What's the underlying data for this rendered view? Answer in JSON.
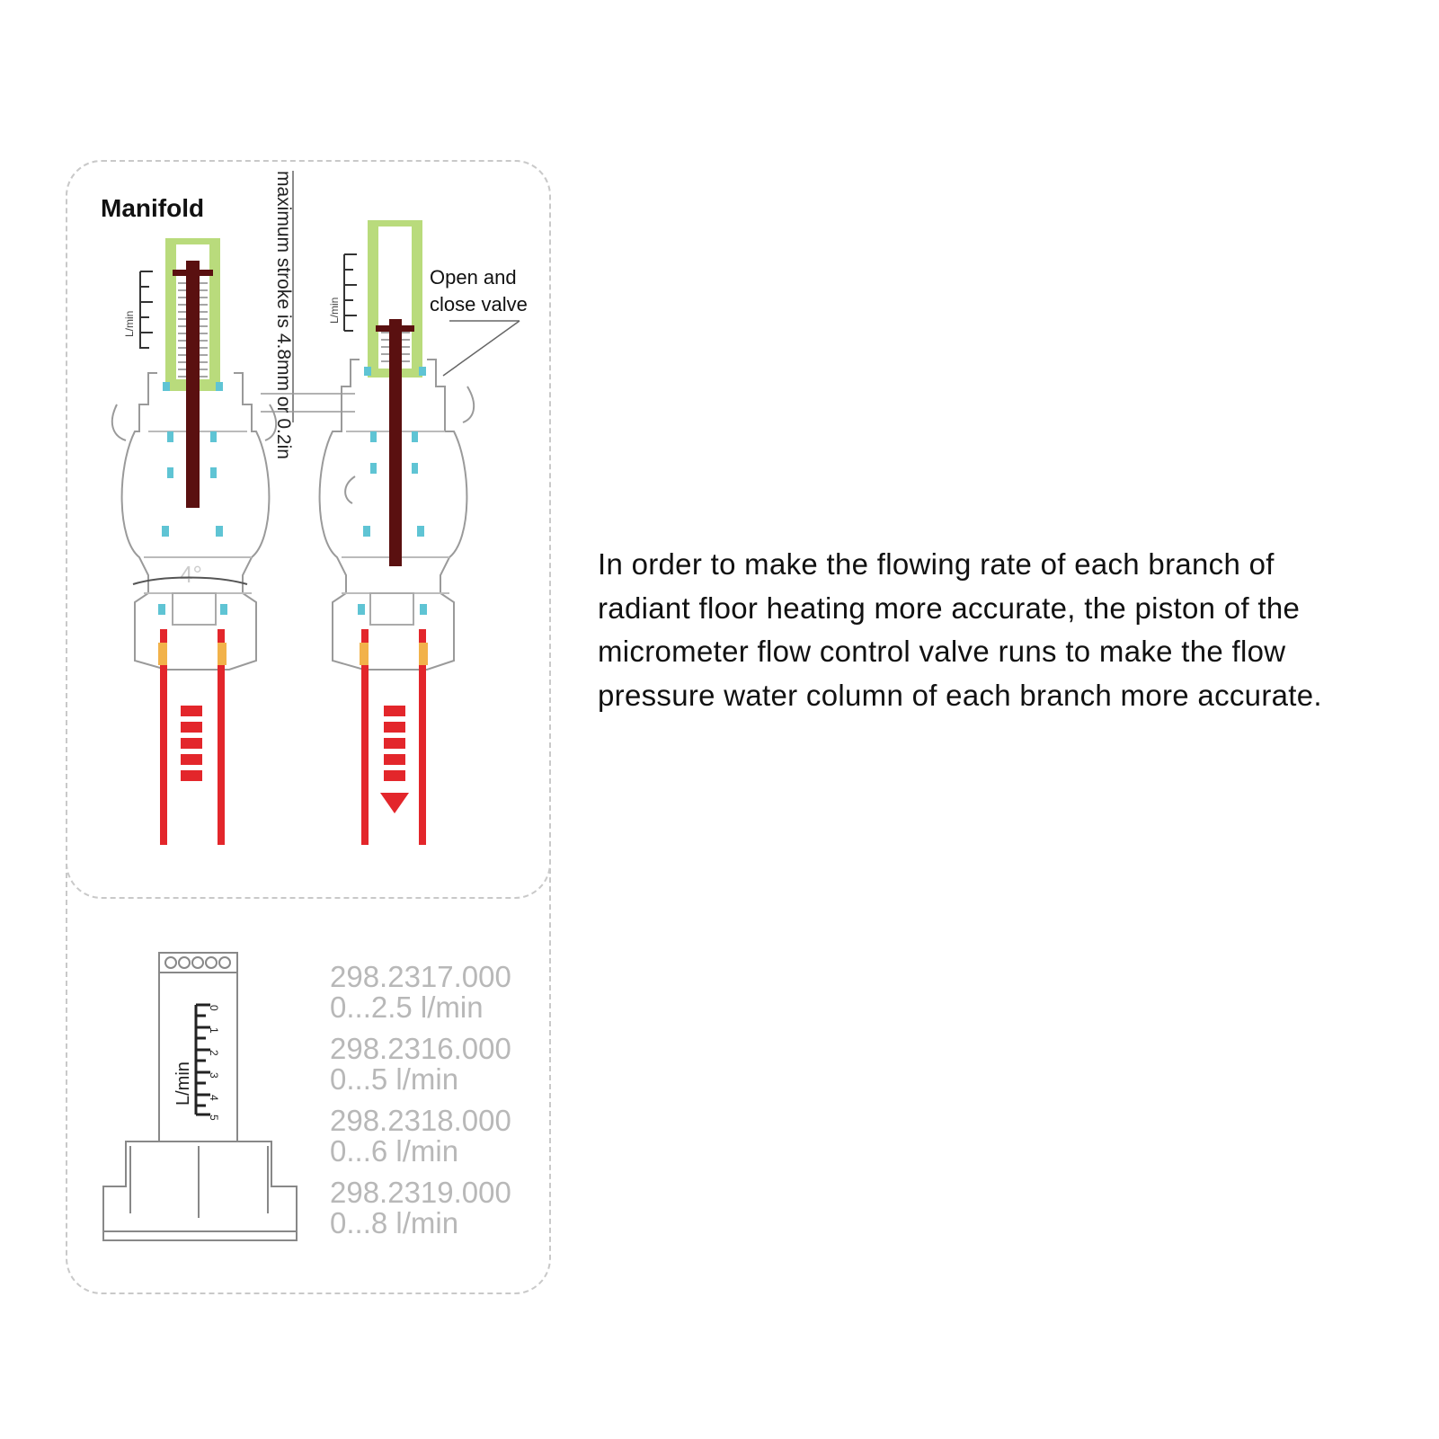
{
  "diagram": {
    "title": "Manifold",
    "stroke_note": "maximum stroke is 4.8mm or 0.2in",
    "valve_note_line1": "Open and",
    "valve_note_line2": "close valve",
    "angle_label": "4°",
    "scale_unit": "L/min",
    "scale_ticks": [
      "0",
      "1",
      "2",
      "3",
      "4",
      "5"
    ]
  },
  "description": "In order to make the flowing rate of each branch of radiant floor heating more accurate, the piston of the micrometer flow control valve runs to make the flow pressure water column of each branch more accurate.",
  "models": [
    {
      "code": "298.2317.000",
      "range": "0...2.5 l/min"
    },
    {
      "code": "298.2316.000",
      "range": "0...5 l/min"
    },
    {
      "code": "298.2318.000",
      "range": "0...6 l/min"
    },
    {
      "code": "298.2319.000",
      "range": "0...8 l/min"
    }
  ],
  "colors": {
    "sight_glass": "#b9db7c",
    "piston": "#5a1010",
    "flow": "#e3262b",
    "seal": "#5fc4d4",
    "outline": "#9a9a9a"
  }
}
